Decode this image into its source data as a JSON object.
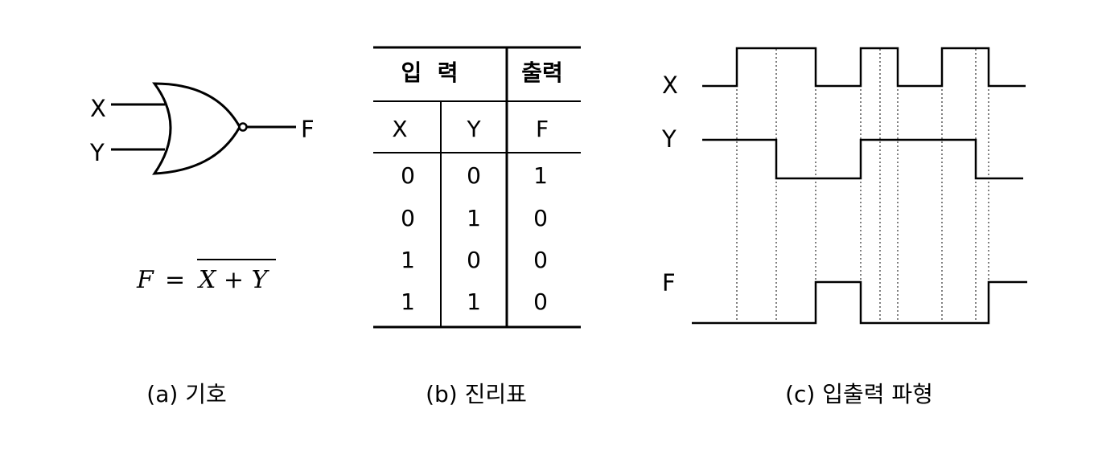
{
  "symbol": {
    "input_x": "X",
    "input_y": "Y",
    "output_f": "F",
    "formula_lhs": "F",
    "formula_eq": "=",
    "formula_rhs": "X + Y",
    "caption": "(a) 기호"
  },
  "truth_table": {
    "header_inputs": "입  력",
    "header_output": "출력",
    "col_x": "X",
    "col_y": "Y",
    "col_f": "F",
    "rows": [
      [
        "0",
        "0",
        "1"
      ],
      [
        "0",
        "1",
        "0"
      ],
      [
        "1",
        "0",
        "0"
      ],
      [
        "1",
        "1",
        "0"
      ]
    ],
    "caption": "(b) 진리표"
  },
  "waveform": {
    "label_x": "X",
    "label_y": "Y",
    "label_f": "F",
    "caption": "(c) 입출력 파형",
    "x_levels": [
      0,
      1,
      1,
      0,
      1,
      1,
      0,
      1,
      1,
      0
    ],
    "y_levels": [
      1,
      1,
      0,
      0,
      1,
      1,
      1,
      1,
      0,
      0
    ],
    "f_levels": [
      0,
      0,
      0,
      1,
      0,
      0,
      0,
      0,
      0,
      1
    ]
  },
  "colors": {
    "stroke": "#000000",
    "background": "#ffffff"
  }
}
